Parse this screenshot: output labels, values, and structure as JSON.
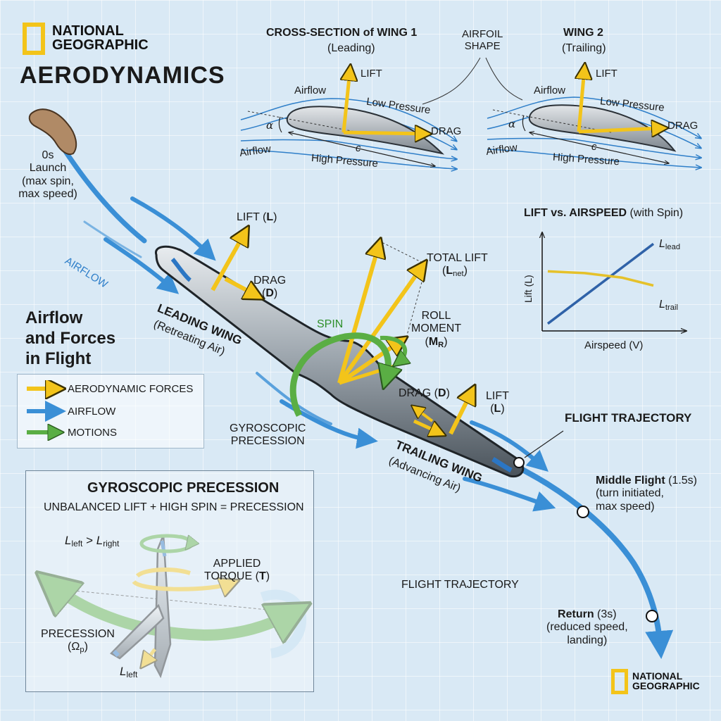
{
  "brand": {
    "logo_text_line1": "NATIONAL",
    "logo_text_line2": "GEOGRAPHIC",
    "logo_color": "#f3c41a"
  },
  "title": "AERODYNAMICS",
  "cross_section_1": {
    "title": "CROSS-SECTION of WING 1",
    "subtitle": "(Leading)",
    "lift": "LIFT",
    "airflow_top": "Airflow",
    "low_pressure": "Low Pressure",
    "drag": "DRAG",
    "alpha": "α",
    "airflow_bottom": "Airflow",
    "chord": "c",
    "high_pressure": "High Pressure"
  },
  "airfoil_shape": {
    "line1": "AIRFOIL",
    "line2": "SHAPE"
  },
  "cross_section_2": {
    "title": "WING 2",
    "subtitle": "(Trailing)",
    "lift": "LIFT",
    "airflow_top": "Airflow",
    "low_pressure": "Low Pressure",
    "drag": "DRAG",
    "alpha": "α",
    "airflow_bottom": "Airflow",
    "chord": "c",
    "high_pressure": "High Pressure"
  },
  "launch": {
    "line1": "0s",
    "line2": "Launch",
    "line3": "(max spin,",
    "line4": "max speed)"
  },
  "airflow_label": "AIRFLOW",
  "leading_wing": {
    "lift_prefix": "LIFT (",
    "lift_symbol": "L",
    "lift_suffix": ")",
    "drag_line1": "DRAG",
    "drag_prefix": "(",
    "drag_symbol": "D",
    "drag_suffix": ")",
    "name": "LEADING WING",
    "desc": "(Retreating Air)"
  },
  "section_title": {
    "line1": "Airflow",
    "line2": "and Forces",
    "line3": "in Flight"
  },
  "legend": {
    "items": [
      {
        "label": "AERODYNAMIC FORCES",
        "color": "#f3c41a"
      },
      {
        "label": "AIRFLOW",
        "color": "#3a8fd6"
      },
      {
        "label": "MOTIONS",
        "color": "#5aae44"
      }
    ]
  },
  "spin_label": "SPIN",
  "total_lift": {
    "line1": "TOTAL LIFT",
    "line2_prefix": "(",
    "line2_symbol": "L",
    "line2_sub": "net",
    "line2_suffix": ")"
  },
  "roll_moment": {
    "line1": "ROLL",
    "line2": "MOMENT",
    "line3_prefix": "(",
    "line3_symbol": "M",
    "line3_sub": "R",
    "line3_suffix": ")"
  },
  "trailing_forces": {
    "drag_prefix": "DRAG (",
    "drag_symbol": "D",
    "drag_suffix": ")",
    "lift_line1": "LIFT",
    "lift_prefix": "(",
    "lift_symbol": "L",
    "lift_suffix": ")"
  },
  "gyro_label": {
    "line1": "GYROSCOPIC",
    "line2": "PRECESSION"
  },
  "trailing_wing": {
    "name": "TRAILING WING",
    "desc": "(Advancing Air)"
  },
  "lift_chart_title": {
    "bold": "LIFT vs. AIRSPEED",
    "normal": " (with Spin)"
  },
  "chart_data": {
    "type": "line",
    "title": "LIFT vs. AIRSPEED (with Spin)",
    "xlabel": "Airspeed (V)",
    "ylabel": "Lift (L)",
    "series": [
      {
        "name": "L_lead",
        "label_symbol": "L",
        "label_sub": "lead",
        "color": "#2f62a8",
        "x": [
          0,
          1
        ],
        "y": [
          0.05,
          0.95
        ]
      },
      {
        "name": "L_trail",
        "label_symbol": "L",
        "label_sub": "trail",
        "color": "#e5c12a",
        "x": [
          0,
          0.35,
          0.7,
          1
        ],
        "y": [
          0.64,
          0.62,
          0.57,
          0.48
        ]
      }
    ],
    "xlim": [
      0,
      1
    ],
    "ylim": [
      0,
      1
    ]
  },
  "flight_trajectory_title": "FLIGHT TRAJECTORY",
  "middle_flight": {
    "line1_bold": "Middle Flight",
    "line1_normal": " (1.5s)",
    "line2": "(turn initiated,",
    "line3": "max speed)"
  },
  "flight_trajectory_center": "FLIGHT TRAJECTORY",
  "return_point": {
    "line1_bold": "Return",
    "line1_normal": " (3s)",
    "line2": "(reduced speed,",
    "line3": "landing)"
  },
  "gyro_box": {
    "title": "GYROSCOPIC PRECESSION",
    "subtitle": "UNBALANCED LIFT + HIGH SPIN = PRECESSION",
    "compare_a_symbol": "L",
    "compare_a_sub": "left",
    "compare_op": " > ",
    "compare_b_symbol": "L",
    "compare_b_sub": "right",
    "applied_line1": "APPLIED",
    "applied_line2_prefix": "TORQUE (",
    "applied_symbol": "T",
    "applied_suffix": ")",
    "precession_line1": "PRECESSION",
    "precession_line2_prefix": "(Ω",
    "precession_sub": "p",
    "precession_suffix": ")",
    "lleft_symbol": "L",
    "lleft_sub": "left"
  },
  "colors": {
    "force": "#f3c41a",
    "airflow": "#3a8fd6",
    "motion": "#5aae44",
    "background": "#d9e9f5"
  }
}
